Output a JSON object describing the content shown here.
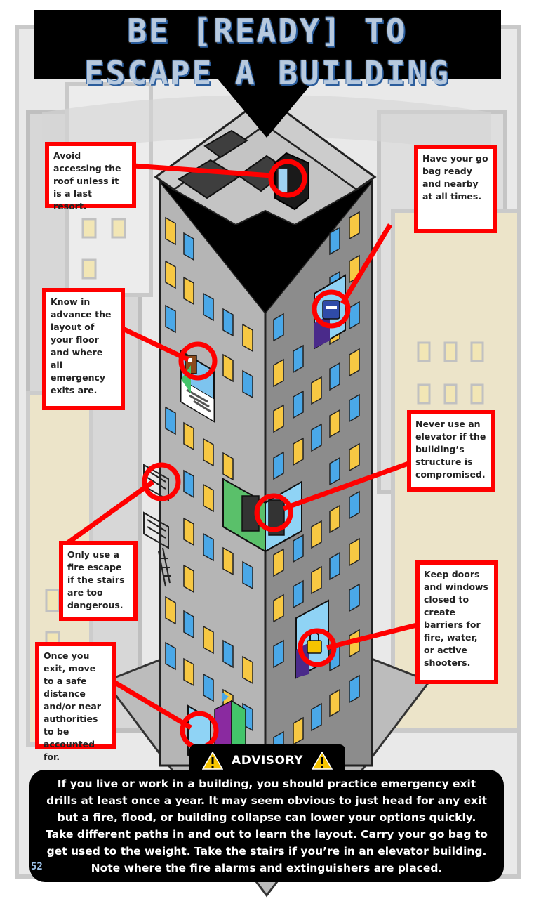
{
  "title": {
    "line1": "BE [READY] TO",
    "line2": "ESCAPE A BUILDING"
  },
  "callouts": {
    "roof": "Avoid accessing the roof unless it is a last resort.",
    "go_bag": "Have your go bag ready and nearby at all times.",
    "layout": "Know in advance the layout of your floor and where all emergency exits are.",
    "elevator": "Never use an elevator if the building’s structure is compromised.",
    "fire_escape": "Only use a fire escape if the stairs are too dangerous.",
    "doors": "Keep doors and windows closed to create barriers for fire, water, or active shooters.",
    "exit": "Once you exit, move to a safe distance and/or near authorities to be accounted for."
  },
  "advisory": {
    "label": "ADVISORY",
    "text": "If you live or work in a building, you should practice emergency exit drills at least once a year.  It may seem obvious to just head for any exit but a fire, flood, or building collapse can lower your options quickly.  Take different paths in and out to learn the layout.  Carry your go bag to get used to the weight. Take the stairs if you’re in an elevator building.  Note where the fire alarms and extinguishers are placed."
  },
  "page_number": "52",
  "icons": [
    "warning-icon",
    "door-icon",
    "go-bag-icon",
    "elevator-icon",
    "lock-icon",
    "fire-escape-icon",
    "stairs-icon"
  ],
  "colors": {
    "callout_border": "#ff0000",
    "banner": "#000000",
    "window_yellow": "#f7c843",
    "window_blue": "#4aa8e8",
    "building_gray": "#a8a8a8",
    "warning_yellow": "#f5c400"
  }
}
